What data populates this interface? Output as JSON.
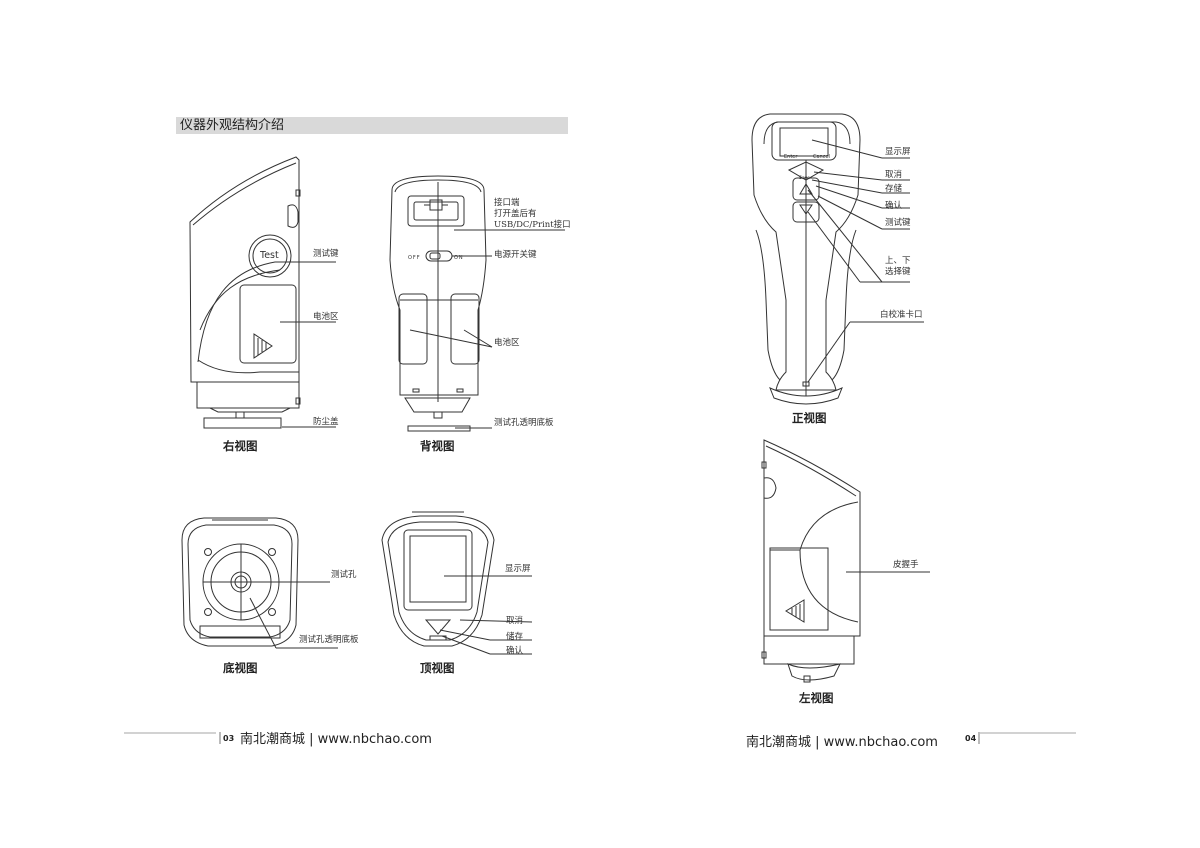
{
  "section_title": "仪器外观结构介绍",
  "left_page": {
    "views": {
      "right": "右视图",
      "back": "背视图",
      "bottom": "底视图",
      "top": "顶视图"
    },
    "device_text": {
      "test_button": "Test",
      "off": "OFF",
      "on": "ON"
    },
    "labels": {
      "right_test_key": "测试键",
      "right_battery": "电池区",
      "right_dust_cover": "防尘盖",
      "back_port_1": "接口端",
      "back_port_2": "打开盖后有",
      "back_port_3": "USB/DC/Print接口",
      "back_power": "电源开关键",
      "back_battery": "电池区",
      "back_bottom_plate": "测试孔透明底板",
      "bottom_hole": "测试孔",
      "bottom_plate": "测试孔透明底板",
      "top_display": "显示屏",
      "top_cancel": "取消",
      "top_save": "储存",
      "top_confirm": "确认"
    },
    "page_number": "03",
    "footer": "南北潮商城 | www.nbchao.com"
  },
  "right_page": {
    "views": {
      "front": "正视图",
      "left": "左视图"
    },
    "device_text": {
      "enter": "Enter",
      "cancel": "Cancel",
      "save": "Save"
    },
    "labels": {
      "front_display": "显示屏",
      "front_cancel": "取消",
      "front_save": "存储",
      "front_confirm": "确认",
      "front_test_key": "测试键",
      "front_updown_1": "上、下",
      "front_updown_2": "选择键",
      "front_white_slot": "白校准卡口",
      "left_grip": "皮握手"
    },
    "page_number": "04",
    "footer": "南北潮商城 | www.nbchao.com"
  }
}
